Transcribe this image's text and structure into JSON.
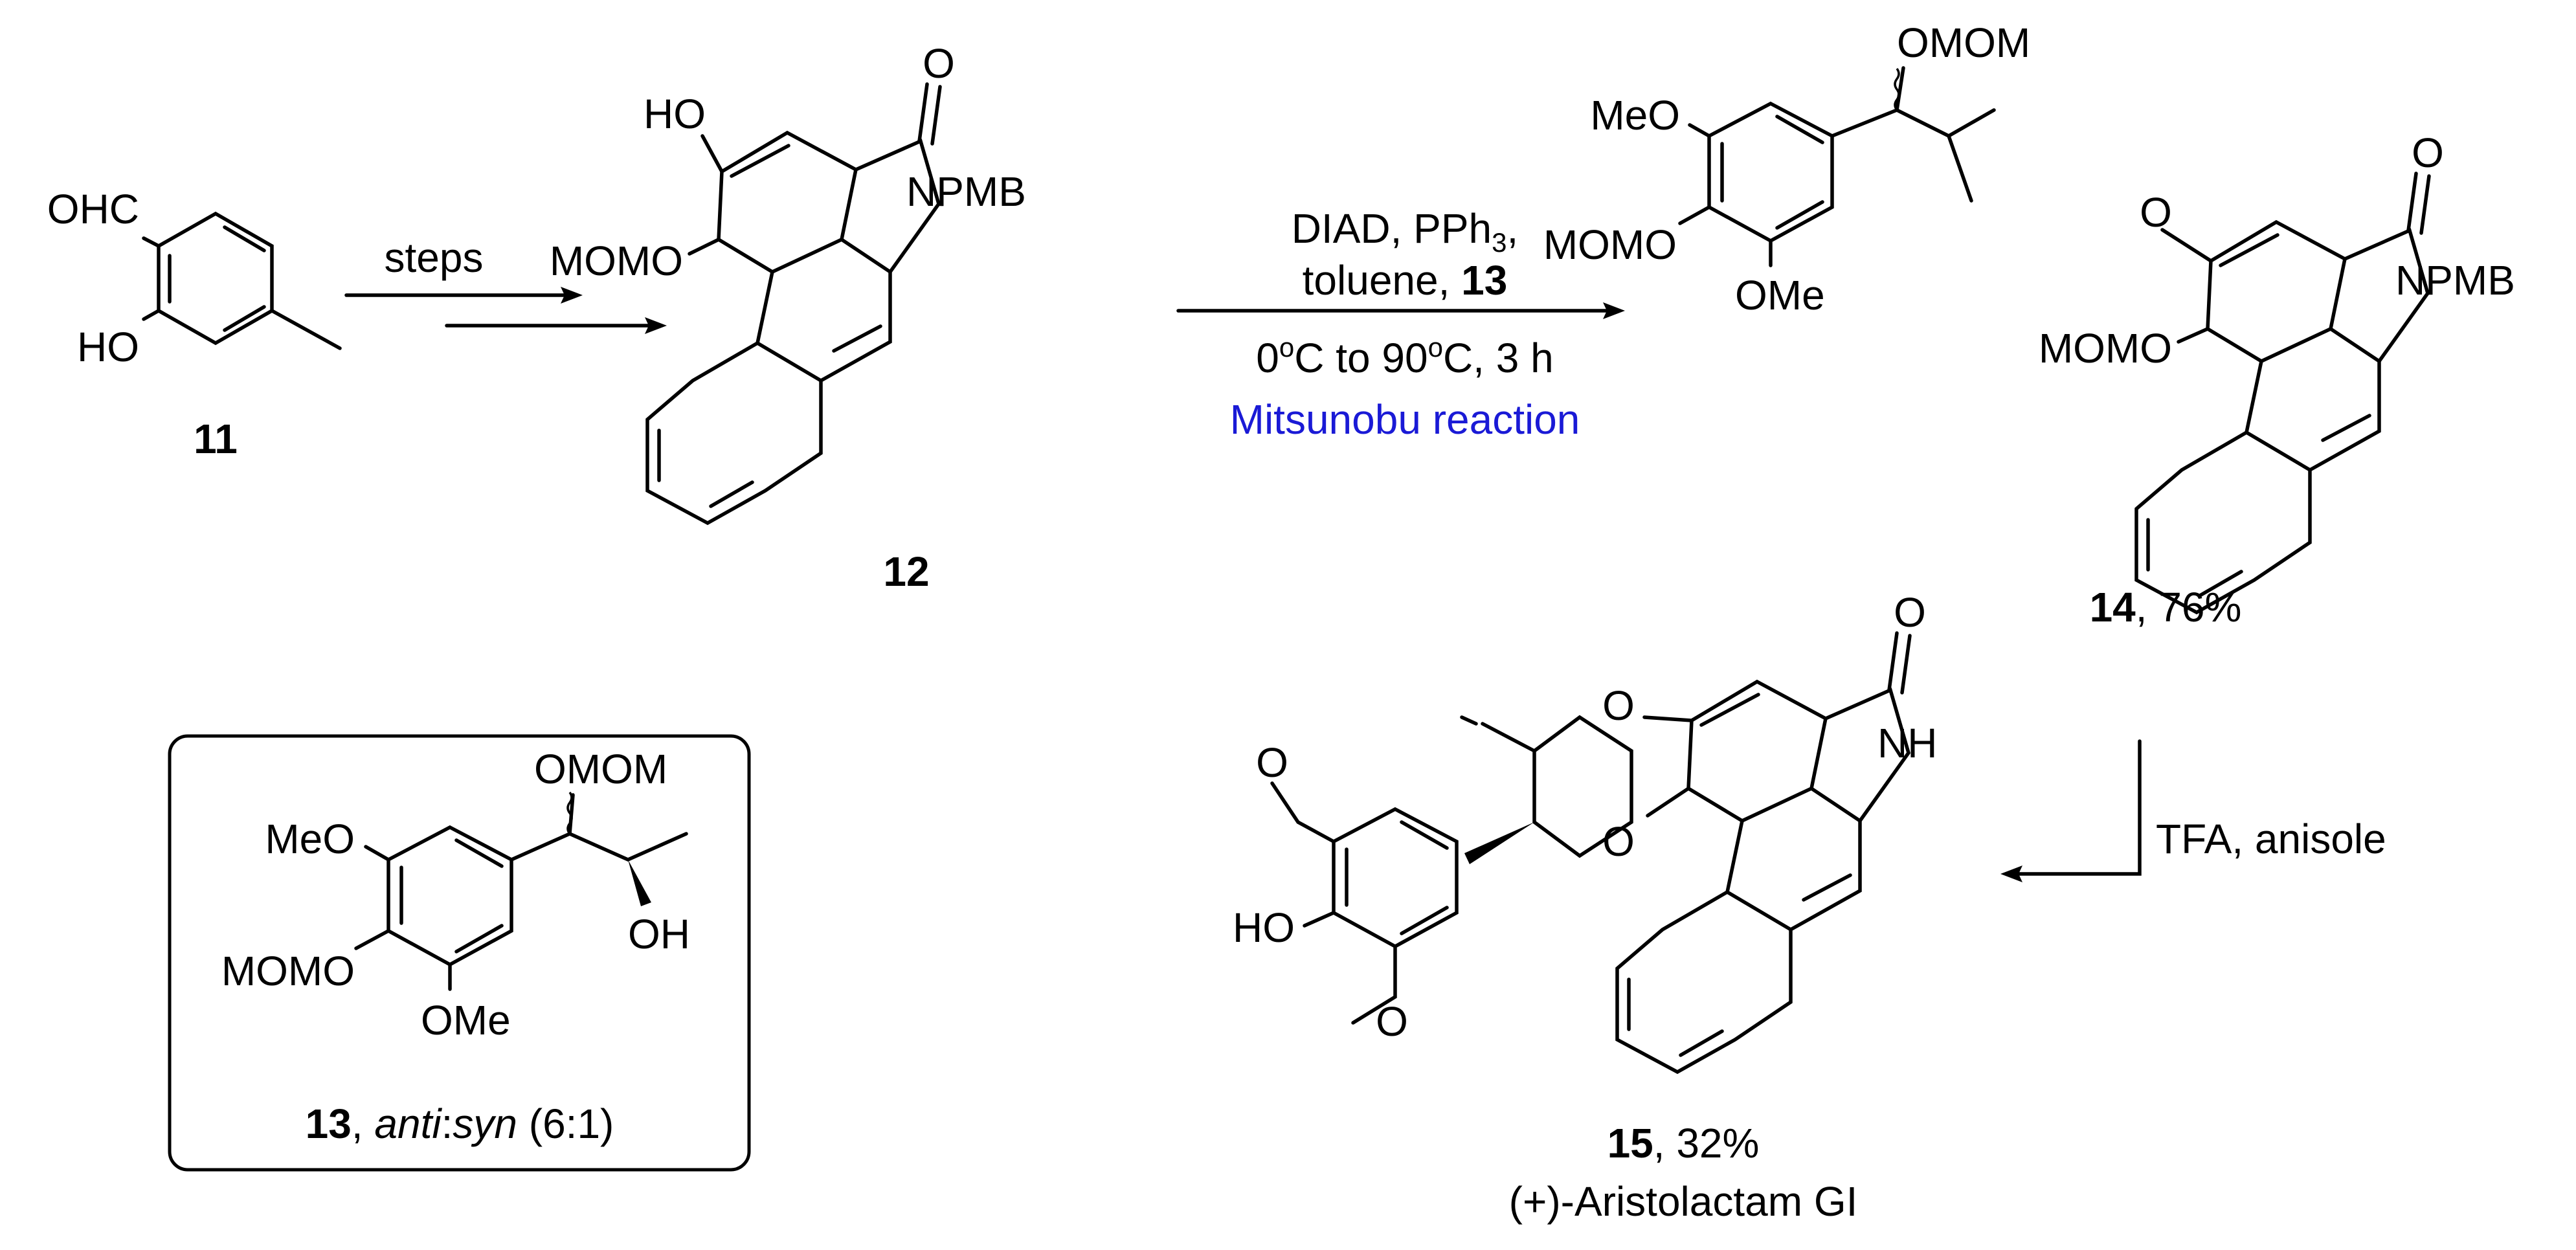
{
  "compounds": {
    "c11": {
      "number": "11",
      "groups": {
        "cho": "OHC",
        "oh": "HO"
      }
    },
    "c12": {
      "number": "12",
      "groups": {
        "oh": "HO",
        "omom": "MOMO",
        "npmb": "NPMB",
        "o": "O"
      }
    },
    "c13": {
      "number": "13",
      "caption_sep": ", ",
      "anti": "anti",
      "colon": ":",
      "syn": "syn",
      "ratio": " (6:1)",
      "groups": {
        "omom_top": "OMOM",
        "meo": "MeO",
        "momo": "MOMO",
        "ome": "OMe",
        "oh": "OH"
      }
    },
    "c14": {
      "number": "14",
      "yield": ", 76%",
      "groups": {
        "omom_top": "OMOM",
        "meo": "MeO",
        "momo_aryl": "MOMO",
        "ome": "OMe",
        "momo_core": "MOMO",
        "o_link": "O",
        "o_carbonyl": "O",
        "npmb": "NPMB"
      }
    },
    "c15": {
      "number": "15",
      "yield": ", 32%",
      "name": "(+)-Aristolactam GI",
      "groups": {
        "o_ring_top": "O",
        "o_ring_bottom": "O",
        "o_carbonyl": "O",
        "nh": "NH",
        "ho": "HO",
        "o_ome_top": "O",
        "o_ome_bottom": "O"
      }
    }
  },
  "arrows": {
    "a1": {
      "label": "steps"
    },
    "a2": {
      "reagents_1": "DIAD, PPh",
      "reagents_1_sub": "3",
      "reagents_1_end": ",",
      "reagents_2": "toluene, ",
      "reagents_2_bold": "13",
      "cond_t1": "0",
      "cond_sup1": "o",
      "cond_mid": "C to 90",
      "cond_sup2": "o",
      "cond_end": "C, 3 h",
      "name": "Mitsunobu reaction",
      "name_color": "#1a1ad6"
    },
    "a3": {
      "label": "TFA, anisole"
    }
  }
}
